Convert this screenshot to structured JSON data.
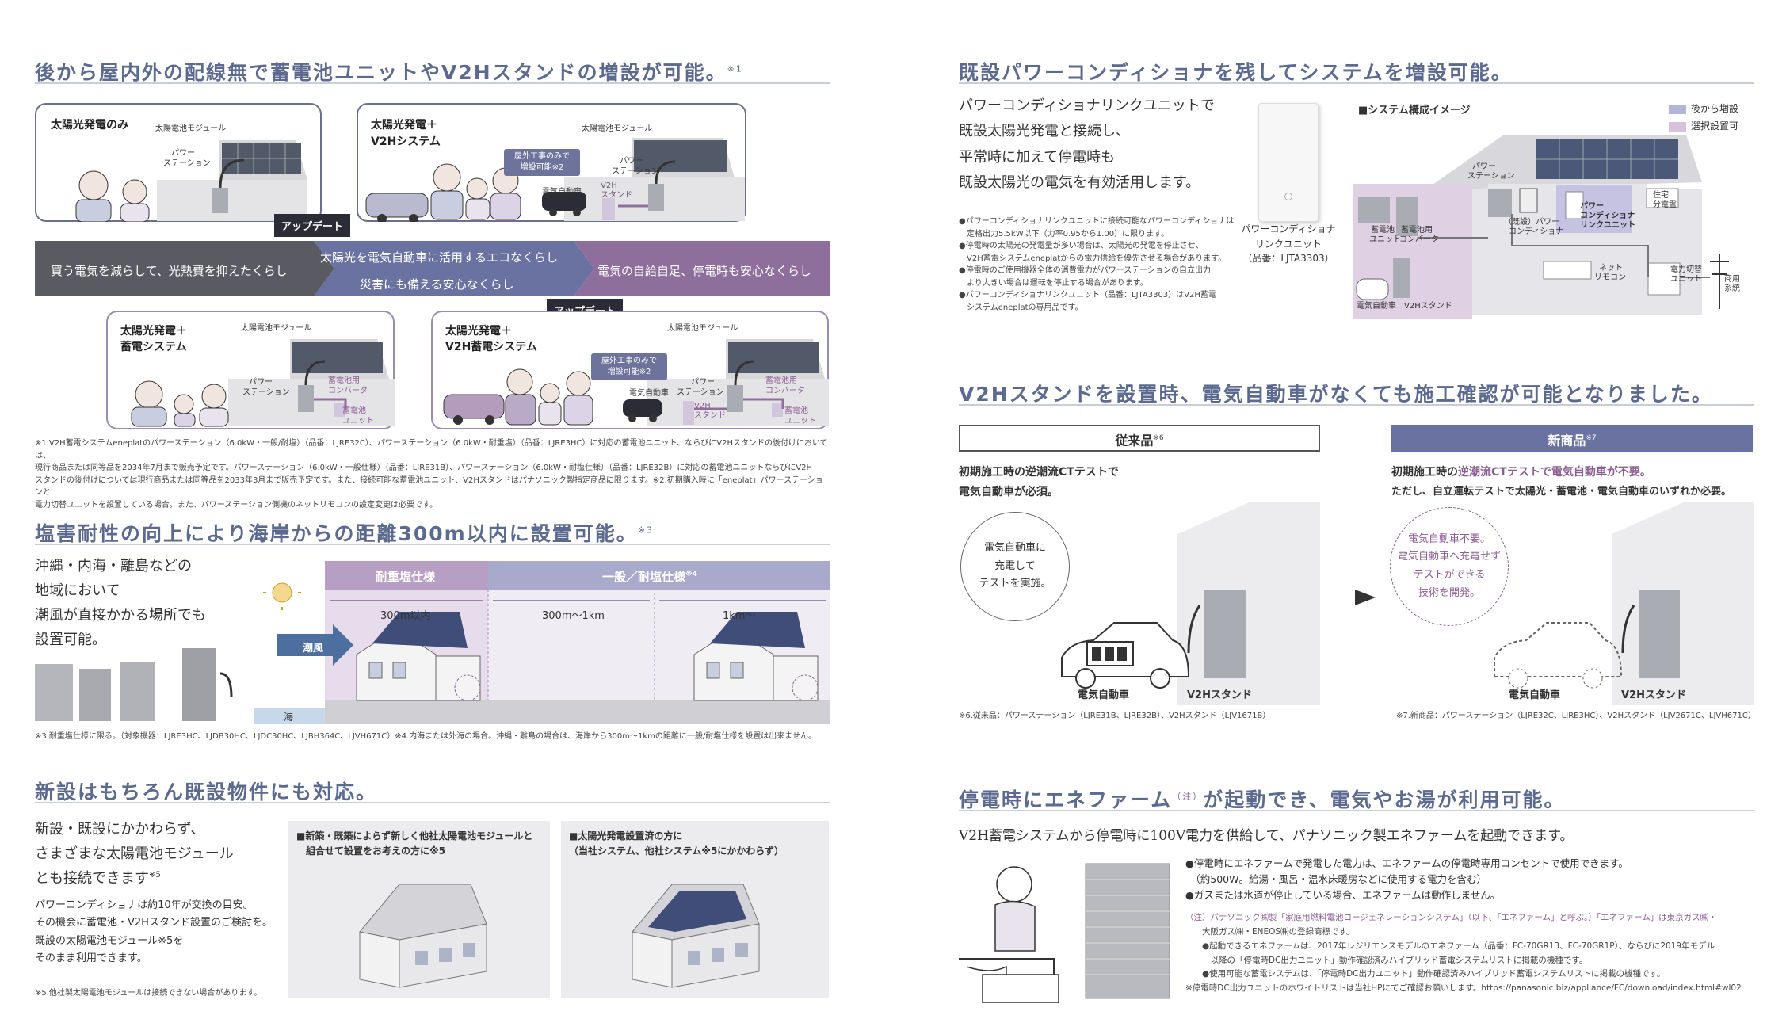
{
  "s1": {
    "title": "後から屋内外の配線無で蓄電池ユニットやV2Hスタンドの増設が可能。",
    "title_sup": "※1",
    "box1_title": "太陽光発電のみ",
    "box2_title_1": "太陽光発電＋",
    "box2_title_2": "V2Hシステム",
    "box3_title_1": "太陽光発電＋",
    "box3_title_2": "蓄電システム",
    "box4_title_1": "太陽光発電＋",
    "box4_title_2": "V2H蓄電システム",
    "solar_module": "太陽電池モジュール",
    "power_station_1": "パワー",
    "power_station_2": "ステーション",
    "battery_converter_1": "蓄電池用",
    "battery_converter_2": "コンバータ",
    "battery_unit_1": "蓄電池",
    "battery_unit_2": "ユニット",
    "ev": "電気自動車",
    "v2h_1": "V2H",
    "v2h_2": "スタンド",
    "outdoor_1": "屋外工事のみで",
    "outdoor_2": "増設可能※2",
    "update": "アップデート",
    "band_left": "買う電気を減らして、光熱費を抑えたくらし",
    "band_mid_1": "太陽光を電気自動車に活用するエコなくらし",
    "band_mid_2": "災害にも備える安心なくらし",
    "band_right": "電気の自給自足、停電時も安心なくらし",
    "notes": [
      "※1.V2H蓄電システムeneplatのパワーステーション（6.0kW・一般/耐塩）（品番：LJRE32C）、パワーステーション（6.0kW・耐重塩）（品番：LJRE3HC）に対応の蓄電池ユニット、ならびにV2Hスタンドの後付けにおいては、",
      "現行商品または同等品を2034年7月まで販売予定です。パワーステーション（6.0kW・一般仕様）（品番：LJRE31B）、パワーステーション（6.0kW・耐塩仕様）（品番：LJRE32B）に対応の蓄電池ユニットならびにV2H",
      "スタンドの後付けについては現行商品または同等品を2033年3月まで販売予定です。また、接続可能な蓄電池ユニット、V2Hスタンドはパナソニック製指定商品に限ります。※2.初期購入時に「eneplat」パワーステーションと",
      "電力切替ユニットを設置している場合。また、パワーステーション側機のネットリモコンの設定変更は必要です。"
    ]
  },
  "s2": {
    "title": "塩害耐性の向上により海岸からの距離300m以内に設置可能。",
    "title_sup": "※3",
    "body": [
      "沖縄・内海・離島などの",
      "地域において",
      "潮風が直接かかる場所でも",
      "設置可能。"
    ],
    "heavy_salt": "耐重塩仕様",
    "general": "一般／耐塩仕様",
    "general_sup": "※4",
    "d1": "300m以内",
    "d2": "300m〜1km",
    "d3": "1km〜",
    "sea_wind": "潮風",
    "sea": "海",
    "note": "※3.耐重塩仕様に限る。（対象機器：LJRE3HC、LJDB30HC、LJDC30HC、LJBH364C、LJVH671C）※4.内海または外海の場合。沖縄・離島の場合は、海岸から300m〜1kmの距離に一般/耐塩仕様を設置は出来ません。"
  },
  "s3": {
    "title": "新設はもちろん既設物件にも対応。",
    "body": [
      "新設・既設にかかわらず、",
      "さまざまな太陽電池モジュール",
      "とも接続できます"
    ],
    "body_sup": "※5",
    "body2": [
      "パワーコンディショナは約10年が交換の目安。",
      "その機会に蓄電池・V2Hスタンド設置のご検討を。",
      "既設の太陽電池モジュール※5を",
      "そのまま利用できます。"
    ],
    "note": "※5.他社製太陽電池モジュールは接続できない場合があります。",
    "panel1_1": "■新築・既築によらず新しく他社太陽電池モジュールと",
    "panel1_2": "組合せて設置をお考えの方に※5",
    "panel2_1": "■太陽光発電設置済の方に",
    "panel2_2": "（当社システム、他社システム※5にかかわらず）"
  },
  "s4": {
    "title": "既設パワーコンディショナを残してシステムを増設可能。",
    "body": [
      "パワーコンディショナリンクユニットで",
      "既設太陽光発電と接続し、",
      "平常時に加えて停電時も",
      "既設太陽光の電気を有効活用します。"
    ],
    "notes": [
      "●パワーコンディショナリンクユニットに接続可能なパワーコンディショナは",
      "　定格出力5.5kW以下（力率0.95から1.00）に限ります。",
      "●停電時の太陽光の発電量が多い場合は、太陽光の発電を停止させ、",
      "　V2H蓄電システムeneplatからの電力供給を優先させる場合があります。",
      "●停電時のご使用機器全体の消費電力がパワーステーションの自立出力",
      "　より大きい場合は運転を停止する場合があります。",
      "●パワーコンディショナリンクユニット（品番：LJTA3303）はV2H蓄電",
      "　システムeneplatの専用品です。"
    ],
    "product_1": "パワーコンディショナ",
    "product_2": "リンクユニット",
    "product_3": "（品番：LJTA3303）",
    "diagram_title": "■システム構成イメージ",
    "legend_add": "後から増設",
    "legend_option": "選択設置可",
    "lbl_ps_1": "パワー",
    "lbl_ps_2": "ステーション",
    "lbl_link_1": "パワー",
    "lbl_link_2": "コンディショナ",
    "lbl_link_3": "リンクユニット",
    "lbl_existing_1": "（既設）パワー",
    "lbl_existing_2": "コンディショナ",
    "lbl_bat_1": "蓄電池",
    "lbl_bat_2": "ユニット",
    "lbl_conv_1": "蓄電池用",
    "lbl_conv_2": "コンバータ",
    "lbl_panel_1": "住宅",
    "lbl_panel_2": "分電盤",
    "lbl_remote_1": "ネット",
    "lbl_remote_2": "リモコン",
    "lbl_switch_1": "電力切替",
    "lbl_switch_2": "ユニット",
    "lbl_grid_1": "商用",
    "lbl_grid_2": "系統",
    "lbl_ev": "電気自動車",
    "lbl_v2h": "V2Hスタンド"
  },
  "s5": {
    "title": "V2Hスタンドを設置時、電気自動車がなくても施工確認が可能となりました。",
    "old_label": "従来品",
    "old_sup": "※6",
    "new_label": "新商品",
    "new_sup": "※7",
    "old_text_1": "初期施工時の逆潮流CTテストで",
    "old_text_2": "電気自動車が必須。",
    "new_text_1a": "初期施工時の",
    "new_text_1b": "逆潮流CTテストで電気自動車が不要。",
    "new_text_2": "ただし、自立運転テストで太陽光・蓄電池・電気自動車のいずれか必要。",
    "bubble_old": [
      "電気自動車に",
      "充電して",
      "テストを実施。"
    ],
    "bubble_new": [
      "電気自動車不要。",
      "電気自動車へ充電せず",
      "テストができる",
      "技術を開発。"
    ],
    "ev": "電気自動車",
    "v2h": "V2Hスタンド",
    "note_old": "※6.従来品：パワーステーション（LJRE31B、LJRE32B）、V2Hスタンド（LJV1671B）",
    "note_new": "※7.新商品：パワーステーション（LJRE32C、LJRE3HC）、V2Hスタンド（LJV2671C、LJVH671C）"
  },
  "s6": {
    "title_a": "停電時にエネファーム",
    "title_sup": "（注）",
    "title_b": "が起動でき、電気やお湯が利用可能。",
    "lead": "V2H蓄電システムから停電時に100V電力を供給して、パナソニック製エネファームを起動できます。",
    "bullets": [
      "●停電時にエネファームで発電した電力は、エネファームの停電時専用コンセントで使用できます。",
      "　（約500W。給湯・風呂・温水床暖房などに使用する電力を含む）",
      "●ガスまたは水道が停止している場合、エネファームは動作しません。"
    ],
    "notes": [
      "（注）パナソニック㈱製「家庭用燃料電池コージェネレーションシステム」（以下、「エネファーム」と呼ぶ。）「エネファーム」は東京ガス㈱・",
      "　　大阪ガス㈱・ENEOS㈱の登録商標です。",
      "　　●起動できるエネファームは、2017年レジリエンスモデルのエネファーム（品番：FC-70GR13、FC-70GR1P）、ならびに2019年モデル",
      "　　　以降の「停電時DC出力ユニット」動作確認済みハイブリッド蓄電システムリストに掲載の機種です。",
      "　　●使用可能な蓄電システムは、「停電時DC出力ユニット」動作確認済みハイブリッド蓄電システムリストに掲載の機種です。",
      "※停電時DC出力ユニットのホワイトリストは当社HPにてご確認お願いします。https://panasonic.biz/appliance/FC/download/index.html#wl02"
    ]
  },
  "colors": {
    "heading": "#5c6a8f",
    "purple": "#8e6f9c",
    "gray_band": "#5a5a62",
    "blue_band": "#6a72a1",
    "light_purple": "#e8dff0",
    "legend_add": "#b4b3d8",
    "legend_option": "#d8c1dc"
  }
}
